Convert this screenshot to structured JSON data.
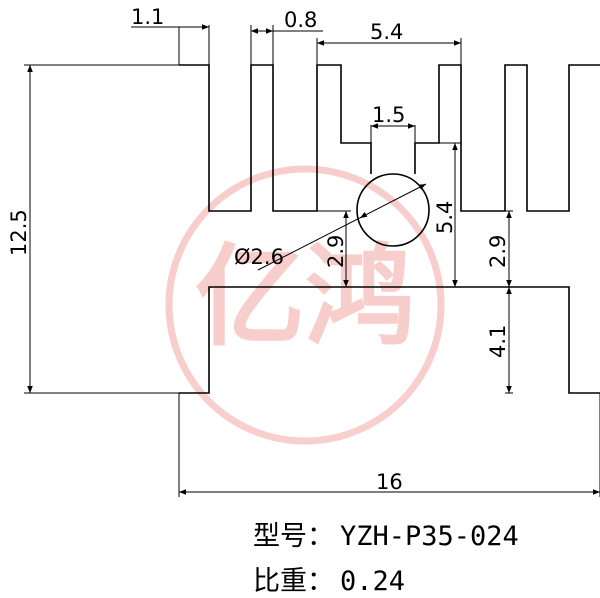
{
  "colors": {
    "line": "#000000",
    "watermark": "#e8544b",
    "background": "#ffffff"
  },
  "watermark": {
    "text": "亿鸿"
  },
  "dimensions": {
    "fin_width": "1.1",
    "fin_gap": "0.8",
    "slot_width": "5.4",
    "neck_width": "1.5",
    "overall_height": "12.5",
    "hole_diameter": "Ø2.6",
    "fin_depth_left": "2.9",
    "slot_depth": "5.4",
    "fin_depth_right": "2.9",
    "leg_height": "4.1",
    "overall_width": "16"
  },
  "caption": {
    "model_label": "型号：",
    "model_value": "YZH-P35-024",
    "weight_label": "比重：",
    "weight_value": "0.24"
  }
}
